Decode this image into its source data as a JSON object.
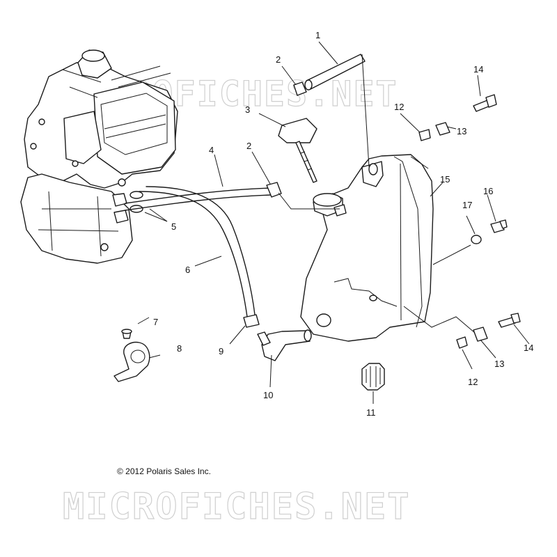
{
  "watermark": "MICROFICHES.NET",
  "copyright": "© 2012 Polaris Sales Inc.",
  "callouts": {
    "c1": "1",
    "c2a": "2",
    "c2b": "2",
    "c3": "3",
    "c4": "4",
    "c5": "5",
    "c6": "6",
    "c7": "7",
    "c8": "8",
    "c9": "9",
    "c10": "10",
    "c11": "11",
    "c12a": "12",
    "c12b": "12",
    "c13a": "13",
    "c13b": "13",
    "c14a": "14",
    "c14b": "14",
    "c15": "15",
    "c16": "16",
    "c17": "17"
  }
}
